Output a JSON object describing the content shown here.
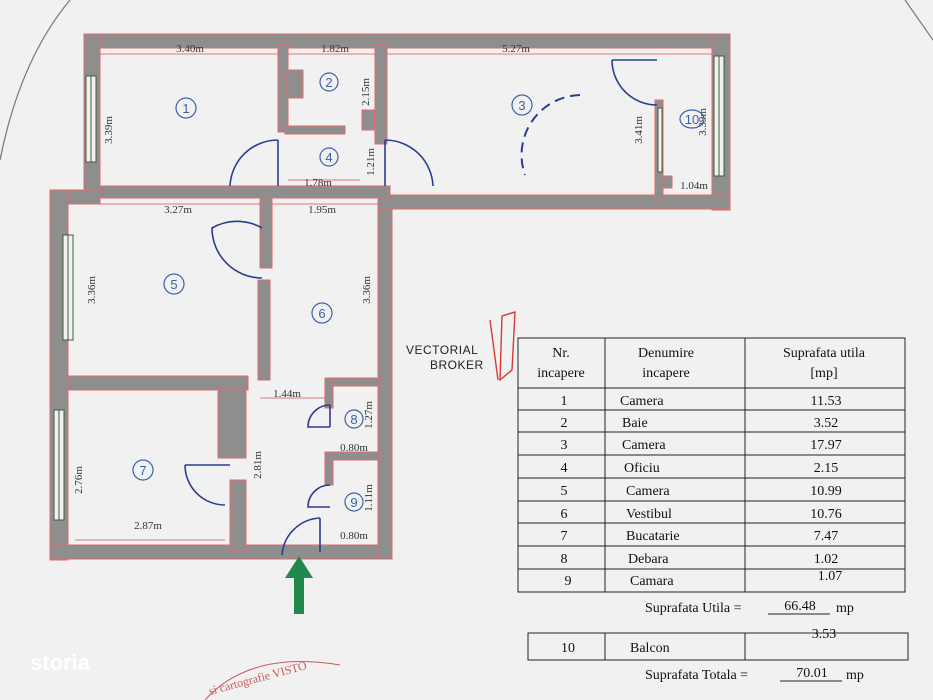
{
  "rooms": [
    {
      "id": "1",
      "name": "Camera",
      "area": "11.53"
    },
    {
      "id": "2",
      "name": "Baie",
      "area": "3.52"
    },
    {
      "id": "3",
      "name": "Camera",
      "area": "17.97"
    },
    {
      "id": "4",
      "name": "Oficiu",
      "area": "2.15"
    },
    {
      "id": "5",
      "name": "Camera",
      "area": "10.99"
    },
    {
      "id": "6",
      "name": "Vestibul",
      "area": "10.76"
    },
    {
      "id": "7",
      "name": "Bucatarie",
      "area": "7.47"
    },
    {
      "id": "8",
      "name": "Debara",
      "area": "1.02"
    },
    {
      "id": "9",
      "name": "Camara",
      "area": "1.07"
    }
  ],
  "balcony": {
    "id": "10",
    "name": "Balcon",
    "area": "3.53"
  },
  "table": {
    "col_nr_line1": "Nr.",
    "col_nr_line2": "incapere",
    "col_name_line1": "Denumire",
    "col_name_line2": "incapere",
    "col_area_line1": "Suprafata utila",
    "col_area_line2": "[mp]"
  },
  "totals": {
    "useful_label": "Suprafata Utila =",
    "useful_value": "66.48",
    "useful_unit": "mp",
    "total_label": "Suprafata Totala =",
    "total_value": "70.01",
    "total_unit": "mp"
  },
  "plan_labels": {
    "room_numbers": [
      "1",
      "2",
      "3",
      "4",
      "5",
      "6",
      "7",
      "8",
      "9",
      "10"
    ],
    "dimensions": [
      "3.40m",
      "1.82m",
      "5.27m",
      "3.39m",
      "2.15m",
      "3.41m",
      "3.39m",
      "1.78m",
      "1.21m",
      "1.04m",
      "3.27m",
      "1.95m",
      "3.36m",
      "3.36m",
      "1.44m",
      "1.27m",
      "0.80m",
      "2.76m",
      "2.81m",
      "1.11m",
      "0.80m",
      "2.87m"
    ]
  },
  "logo": {
    "line1": "VECTORIAL",
    "line2": "BROKER"
  },
  "watermark": "storia",
  "stamp_text": "si cartografie   VISTO",
  "colors": {
    "wall": "#8e8e8e",
    "outline": "#e06a6a",
    "door": "#2a3f8f",
    "room_number": "#3a62a8",
    "arrow": "#1f8a4c",
    "logo_red": "#d63a3a"
  }
}
